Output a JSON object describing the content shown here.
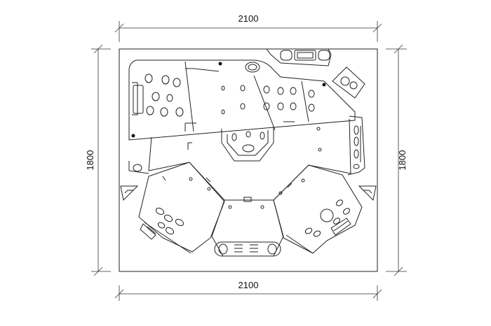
{
  "dimensions": {
    "top_width": "2100",
    "bottom_width": "2100",
    "left_height": "1800",
    "right_height": "1800"
  },
  "colors": {
    "line": "#222222",
    "background": "#ffffff"
  }
}
